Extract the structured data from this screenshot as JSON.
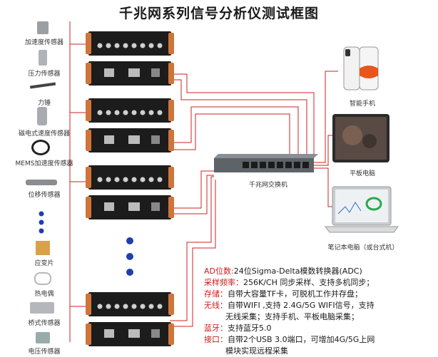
{
  "title": "千兆网系列信号分析仪测试框图",
  "sensors": [
    {
      "label": "加速度传感器",
      "icon": "accelerometer-icon"
    },
    {
      "label": "压力传感器",
      "icon": "pressure-sensor-icon"
    },
    {
      "label": "力锤",
      "icon": "force-hammer-icon"
    },
    {
      "label": "磁电式速度传感器",
      "icon": "velocity-sensor-icon"
    },
    {
      "label": "MEMS加速度传感器",
      "icon": "mems-sensor-icon"
    },
    {
      "label": "位移传感器",
      "icon": "displacement-sensor-icon"
    },
    {
      "label": "应变片",
      "icon": "strain-gauge-icon"
    },
    {
      "label": "热电偶",
      "icon": "thermocouple-icon"
    },
    {
      "label": "桥式传感器",
      "icon": "bridge-sensor-icon"
    },
    {
      "label": "电压传感器",
      "icon": "voltage-sensor-icon"
    }
  ],
  "switch_label": "千兆网交换机",
  "devices": [
    {
      "label": "智能手机",
      "icon": "smartphone-icon"
    },
    {
      "label": "平板电脑",
      "icon": "tablet-icon"
    },
    {
      "label": "笔记本电脑（或台式机）",
      "icon": "laptop-icon"
    }
  ],
  "specs": [
    {
      "key": "AD位数",
      "sep": ":",
      "lines": [
        "24位Sigma-Delta模数转换器(ADC)"
      ]
    },
    {
      "key": "采样频率",
      "sep": "：",
      "lines": [
        "256K/CH 同步采样、支持多机同步；"
      ]
    },
    {
      "key": "存储",
      "sep": "：",
      "lines": [
        "自带大容量TF卡，可脱机工作并存盘；"
      ]
    },
    {
      "key": "无线",
      "sep": "：",
      "lines": [
        "自带WIFI ,支持 2.4G/5G WIFI信号，支持",
        "无线采集；支持手机、平板电脑采集；"
      ]
    },
    {
      "key": "蓝牙",
      "sep": "：",
      "lines": [
        "支持蓝牙5.0"
      ]
    },
    {
      "key": "接口",
      "sep": "：",
      "lines": [
        "自带2个USB 3.0端口，可增加4G/5G上网",
        "模块实现远程采集"
      ]
    }
  ],
  "colors": {
    "link_line": "#d22020",
    "spec_key": "#d11a1a",
    "device_body": "#1c1c1c",
    "device_side": "#d0743a"
  }
}
